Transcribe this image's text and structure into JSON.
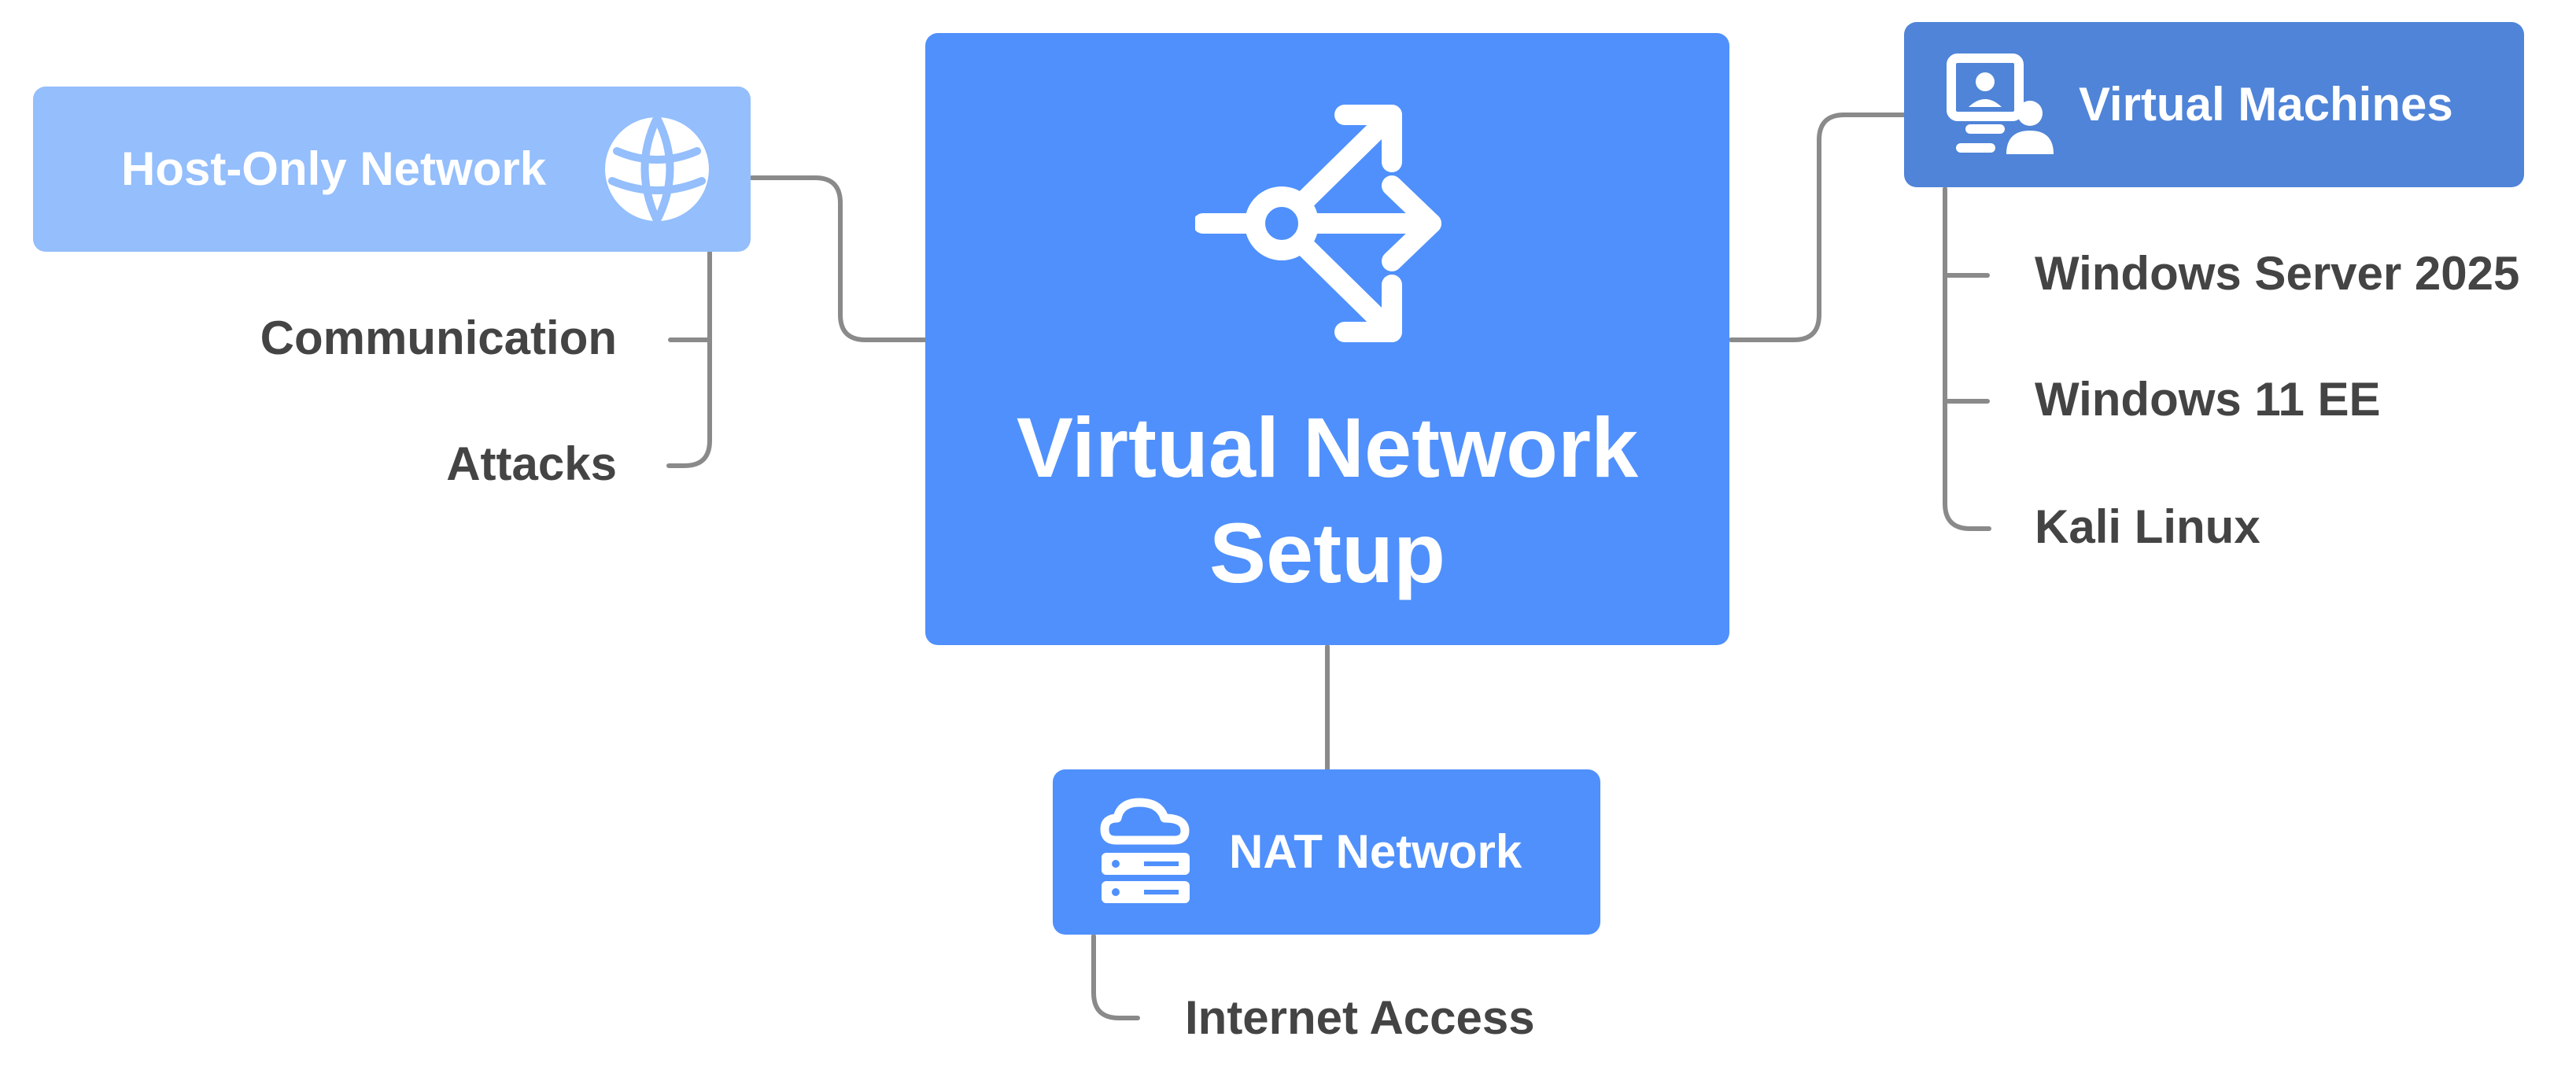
{
  "colors": {
    "center": "#4F90FC",
    "host_only": "#94BEFC",
    "virtual_machines": "#4F84D8",
    "nat": "#4F90FC",
    "connector": "#8A8A8A",
    "leaf_text": "#444444"
  },
  "center": {
    "title": "Virtual Network Setup",
    "icon": "share-network-icon"
  },
  "host_only": {
    "title": "Host-Only Network",
    "icon": "globe-icon",
    "children": [
      "Communication",
      "Attacks"
    ]
  },
  "virtual_machines": {
    "title": "Virtual Machines",
    "icon": "remote-desktop-user-icon",
    "children": [
      "Windows Server 2025",
      "Windows 11 EE",
      "Kali Linux"
    ]
  },
  "nat": {
    "title": "NAT Network",
    "icon": "cloud-server-icon",
    "children": [
      "Internet Access"
    ]
  }
}
